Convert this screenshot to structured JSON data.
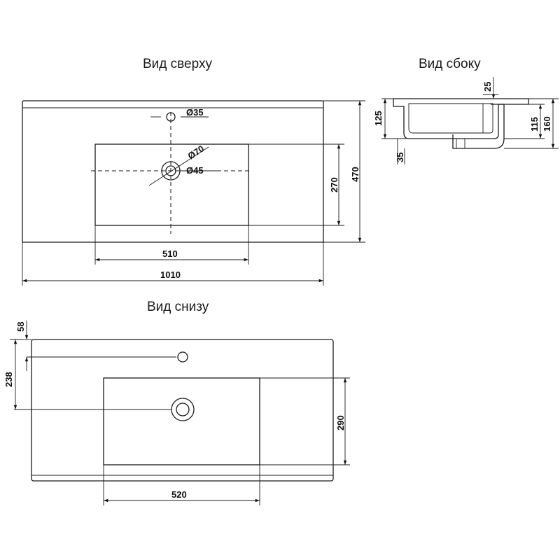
{
  "titles": {
    "top_view": "Вид сверху",
    "side_view": "Вид сбоку",
    "bottom_view": "Вид снизу"
  },
  "dimensions": {
    "top": {
      "faucet_hole": "Ø35",
      "outer_drain": "Ø70",
      "inner_drain": "Ø45",
      "bowl_depth": "270",
      "total_depth": "470",
      "bowl_width": "510",
      "total_width": "1010"
    },
    "side": {
      "rim_thickness": "25",
      "bowl_height": "125",
      "inner_height": "115",
      "total_height": "160",
      "drain_offset": "35"
    },
    "bottom": {
      "faucet_offset": "58",
      "drain_offset": "238",
      "bowl_depth": "290",
      "bowl_width": "520"
    }
  }
}
